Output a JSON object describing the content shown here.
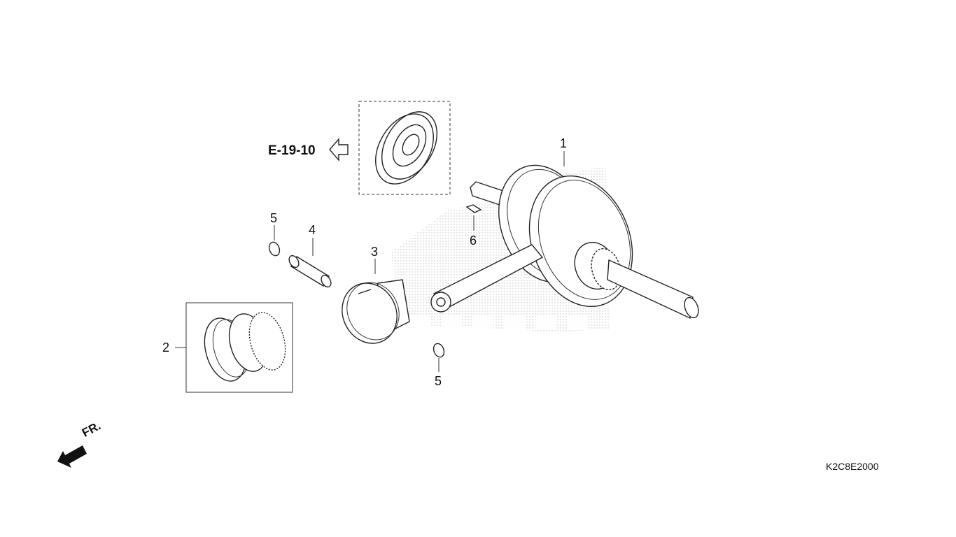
{
  "diagram": {
    "part_labels": [
      {
        "id": "p1",
        "text": "1"
      },
      {
        "id": "p2",
        "text": "2"
      },
      {
        "id": "p3",
        "text": "3"
      },
      {
        "id": "p4",
        "text": "4"
      },
      {
        "id": "p5a",
        "text": "5"
      },
      {
        "id": "p5b",
        "text": "5"
      },
      {
        "id": "p6",
        "text": "6"
      }
    ],
    "reference": "E-19-10",
    "front_indicator": "FR.",
    "diagram_code": "K2C8E2000",
    "colors": {
      "line": "#222222",
      "watermark": "#bdbdbd",
      "background": "#ffffff"
    },
    "icons": {
      "reference_arrow": "outline-arrow-left-icon",
      "front_arrow": "filled-arrow-down-left-icon"
    }
  }
}
